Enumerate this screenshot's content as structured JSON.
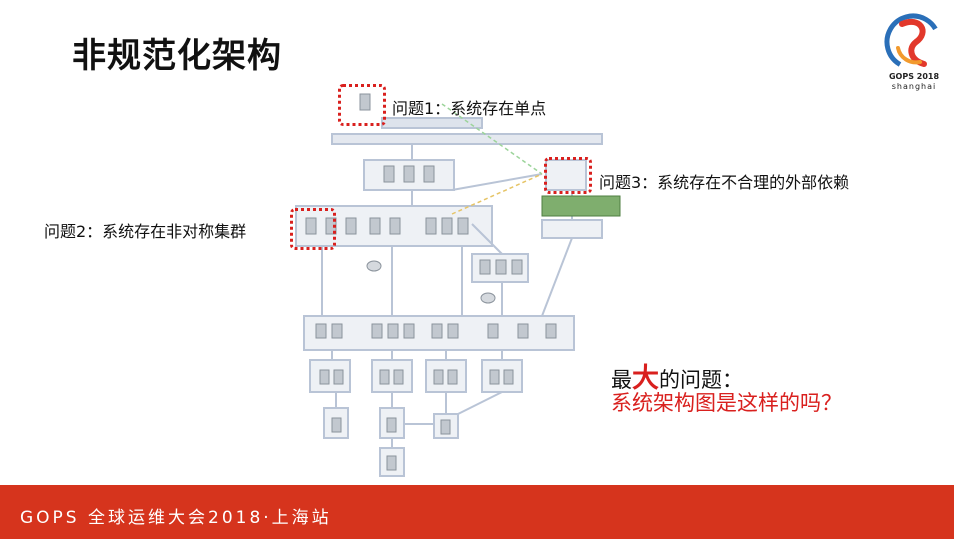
{
  "slide": {
    "title": "非规范化架构"
  },
  "logo": {
    "brand": "GOPS",
    "year": "2018",
    "city": "shanghai"
  },
  "issues": [
    {
      "label": "问题1：系统存在单点"
    },
    {
      "label": "问题2：系统存在非对称集群"
    },
    {
      "label": "问题3：系统存在不合理的外部依赖"
    }
  ],
  "question": {
    "prefix": "最",
    "emphasis": "大",
    "suffix": "的问题：",
    "line2": "系统架构图是这样的吗？"
  },
  "footer": {
    "text": "GOPS 全球运维大会2018·上海站"
  },
  "colors": {
    "accent_red": "#d9201e",
    "footer_bg": "#d6341d",
    "diagram_line": "#b9c4d6",
    "diagram_node": "#c2c8cf"
  }
}
